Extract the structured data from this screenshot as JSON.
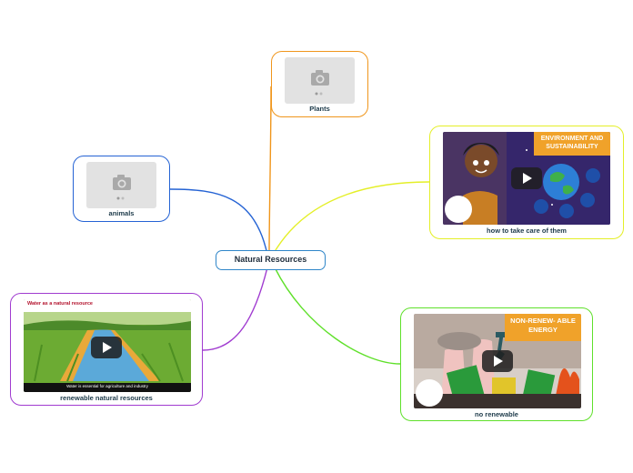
{
  "center": {
    "label": "Natural Resources"
  },
  "nodes": {
    "plants": {
      "label": "Plants",
      "color": "#f0961c"
    },
    "animals": {
      "label": "animals",
      "color": "#2563d4"
    },
    "care": {
      "label": "how to take care of them",
      "color": "#e4ef28",
      "banner": "ENVIRONMENT AND SUSTAINABILITY"
    },
    "renewable": {
      "label": "renewable natural resources",
      "color": "#a03bd0",
      "title": "Water as a natural resource",
      "subtitle": "Water is essential for agriculture and industry"
    },
    "nonrenewable": {
      "label": "no renewable",
      "color": "#5fe02a",
      "banner": "NON-RENEW- ABLE ENERGY"
    }
  },
  "icons": [
    "camera-icon",
    "play-icon",
    "mascot-icon"
  ]
}
